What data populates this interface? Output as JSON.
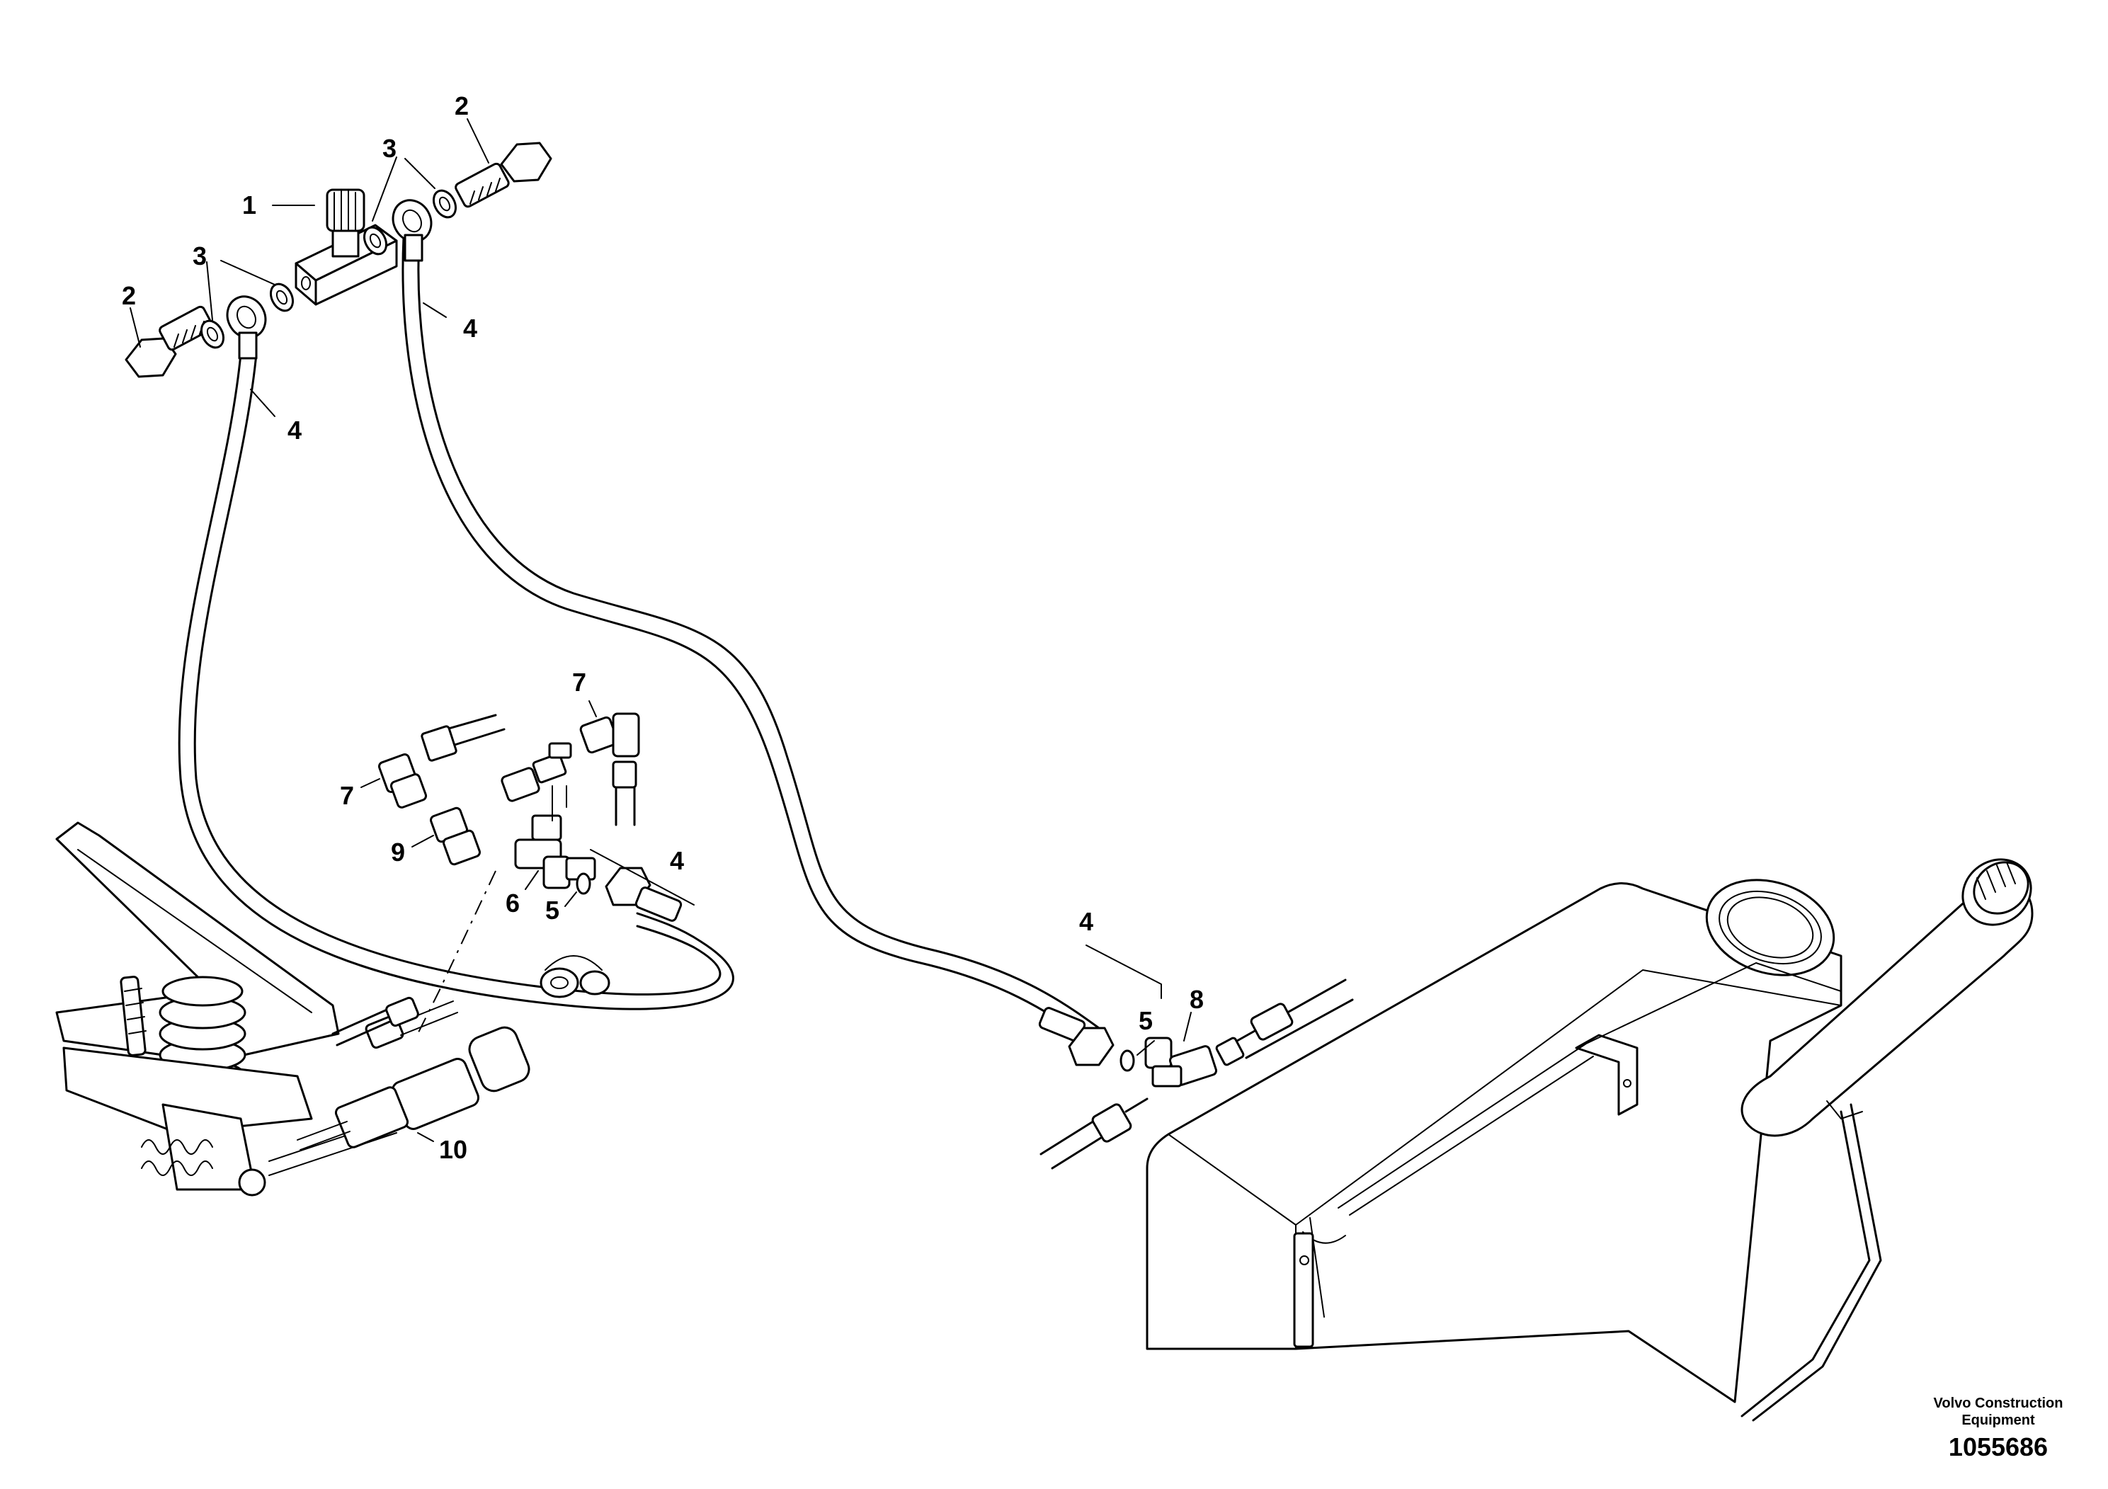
{
  "callouts": [
    {
      "id": "c1",
      "label": "1"
    },
    {
      "id": "c2a",
      "label": "2"
    },
    {
      "id": "c2b",
      "label": "2"
    },
    {
      "id": "c3a",
      "label": "3"
    },
    {
      "id": "c3b",
      "label": "3"
    },
    {
      "id": "c4a",
      "label": "4"
    },
    {
      "id": "c4b",
      "label": "4"
    },
    {
      "id": "c4c",
      "label": "4"
    },
    {
      "id": "c4d",
      "label": "4"
    },
    {
      "id": "c5a",
      "label": "5"
    },
    {
      "id": "c5b",
      "label": "5"
    },
    {
      "id": "c6",
      "label": "6"
    },
    {
      "id": "c7a",
      "label": "7"
    },
    {
      "id": "c7b",
      "label": "7"
    },
    {
      "id": "c8",
      "label": "8"
    },
    {
      "id": "c9",
      "label": "9"
    },
    {
      "id": "c10",
      "label": "10"
    }
  ],
  "footer": {
    "company_line1": "Volvo Construction",
    "company_line2": "Equipment",
    "drawing_number": "1055686"
  }
}
